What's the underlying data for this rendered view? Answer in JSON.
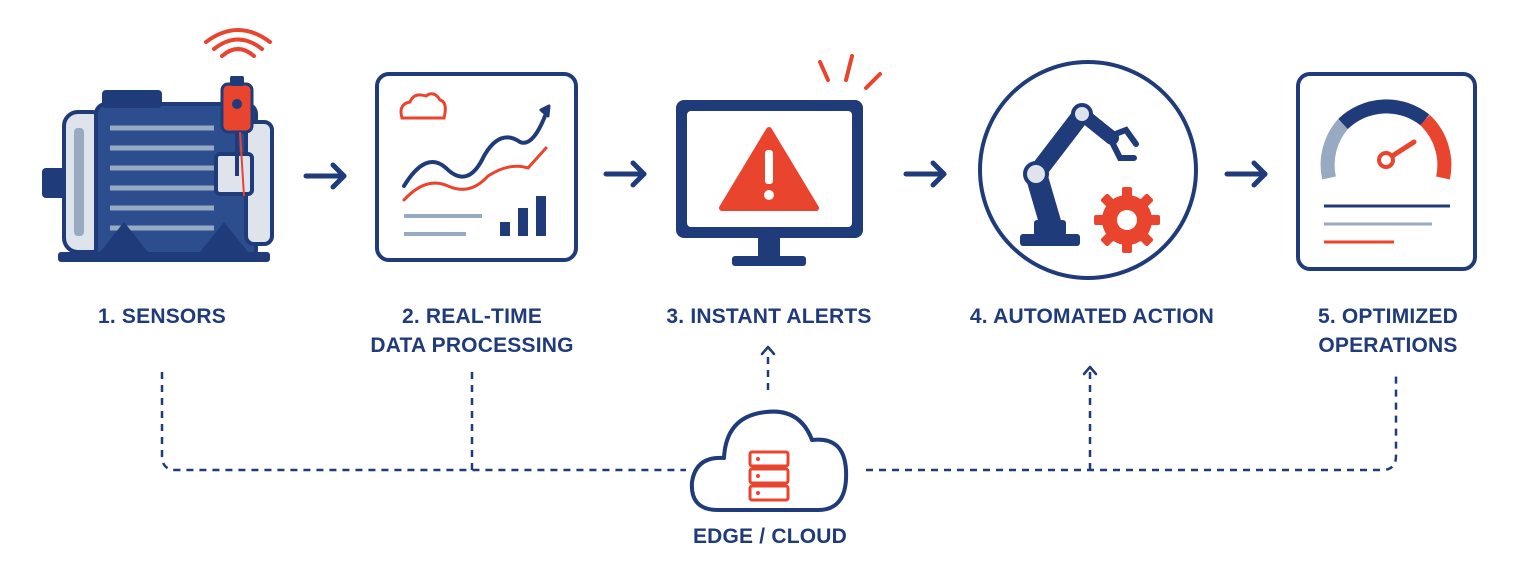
{
  "colors": {
    "navy": "#1f3b7a",
    "red": "#e8442e",
    "steel": "#98a9c2",
    "light": "#dfe4ec"
  },
  "steps": [
    {
      "lines": [
        "1. SENSORS"
      ],
      "icon": "motor-with-sensor-icon"
    },
    {
      "lines": [
        "2. REAL-TIME",
        "DATA PROCESSING"
      ],
      "icon": "dashboard-chart-icon"
    },
    {
      "lines": [
        "3. INSTANT ALERTS"
      ],
      "icon": "monitor-alert-icon"
    },
    {
      "lines": [
        "4. AUTOMATED ACTION"
      ],
      "icon": "robot-arm-gear-icon"
    },
    {
      "lines": [
        "5. OPTIMIZED",
        "OPERATIONS"
      ],
      "icon": "gauge-report-icon"
    }
  ],
  "hub": {
    "label": "EDGE / CLOUD",
    "icon": "cloud-server-icon"
  }
}
